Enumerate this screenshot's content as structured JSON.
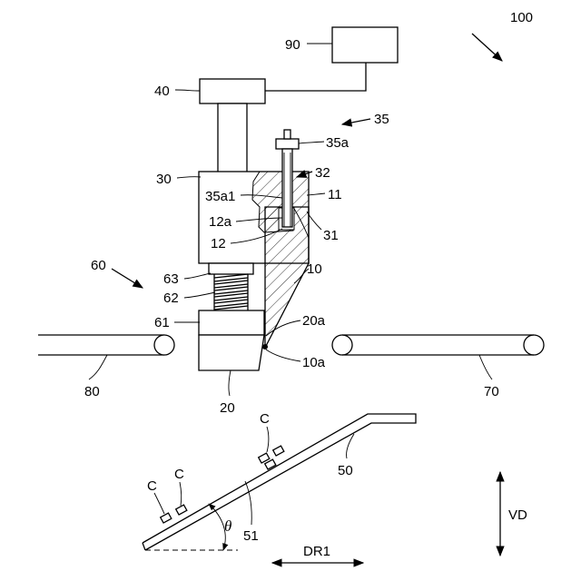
{
  "labels": {
    "system": "100",
    "controller": "90",
    "actuator": "40",
    "holder": "30",
    "fastener_group": "35",
    "bolt": "35a",
    "bolt_part": "35a1",
    "recess": "32",
    "blade_top": "11",
    "blade_hole_a": "12a",
    "blade_hole": "12",
    "holder_face": "31",
    "blade": "10",
    "spring_group": "60",
    "spring_top": "63",
    "spring": "62",
    "spring_seat": "61",
    "blade_side": "20a",
    "blade_edge": "10a",
    "anvil": "20",
    "left_conveyor": "80",
    "right_conveyor": "70",
    "chip_top": "C",
    "chip_left_1": "C",
    "chip_left_2": "C",
    "chute": "50",
    "chute_surface": "51",
    "angle": "θ",
    "horizontal_dir": "DR1",
    "vertical_dir": "VD"
  }
}
